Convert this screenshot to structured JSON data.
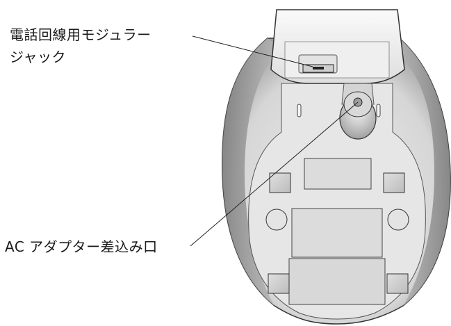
{
  "callouts": {
    "jack": {
      "line1": "電話回線用モジュラー",
      "line2": "ジャック"
    },
    "ac": {
      "label": "AC アダプター差込み口"
    }
  },
  "colors": {
    "body_light": "#f2f2f2",
    "body_mid": "#cfcfcf",
    "body_dark": "#8a8a8a",
    "outline": "#333333",
    "leader_line": "#222222"
  }
}
